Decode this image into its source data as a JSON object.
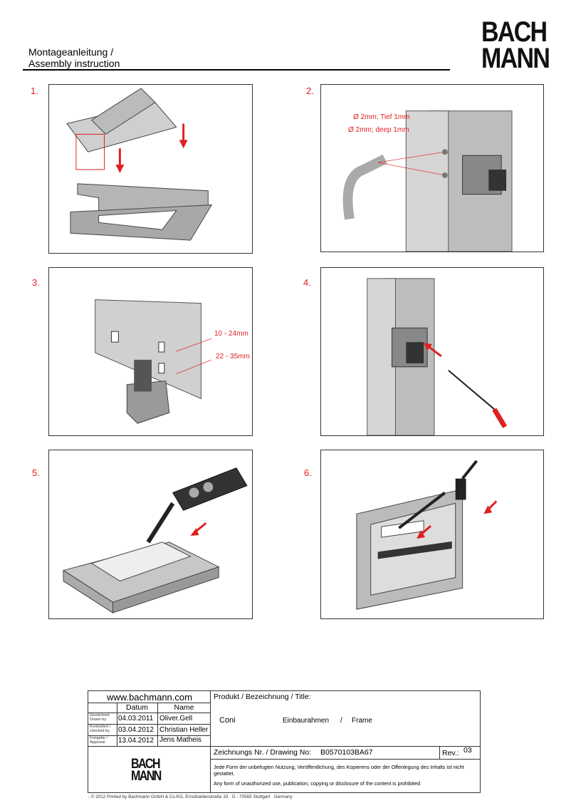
{
  "header": {
    "title_line1": "Montageanleitung /",
    "title_line2": "Assembly instruction",
    "logo_line1": "BACH",
    "logo_line2": "MANN"
  },
  "steps": [
    {
      "number": "1."
    },
    {
      "number": "2.",
      "annotations": [
        "Ø 2mm; Tief 1mm",
        "Ø 2mm; deep 1mm"
      ]
    },
    {
      "number": "3.",
      "annotations": [
        "10 - 24mm",
        "22 - 35mm"
      ]
    },
    {
      "number": "4."
    },
    {
      "number": "5."
    },
    {
      "number": "6."
    }
  ],
  "title_block": {
    "website": "www.bachmann.com",
    "col_date": "Datum",
    "col_name": "Name",
    "rows": [
      {
        "role": "Gezeichnet Drawn by",
        "date": "04.03.2011",
        "name": "Oliver.Gell"
      },
      {
        "role": "Kontrolliert / checked by",
        "date": "03.04.2012",
        "name": "Christian Heller"
      },
      {
        "role": "Freigabe / Approval",
        "date": "13.04.2012",
        "name": "Jens Matheis"
      }
    ],
    "product_label": "Produkt / Bezeichnung / Title:",
    "product_name": "Coni",
    "product_desc_de": "Einbaurahmen",
    "product_sep": "/",
    "product_desc_en": "Frame",
    "drawing_no_label": "Zeichnungs Nr. / Drawing No:",
    "drawing_no": "B0570103BA67",
    "rev_label": "Rev.:",
    "rev": "03",
    "notice_de": "Jede Form der unbefugten Nutzung, Veröffentlichung, des Kopierens oder der Offenlegung des Inhalts ist nicht gestattet.",
    "notice_en": "Any form of unauthorized use, publication, copying or disclosure of the content is prohibited",
    "logo_line1": "BACH",
    "logo_line2": "MANN"
  },
  "footer": "- © 2012 Printed by Bachmann GmbH & Co.KG, Ernsthaldenstraße 33 · D - 70565 Stuttgart · Germany"
}
